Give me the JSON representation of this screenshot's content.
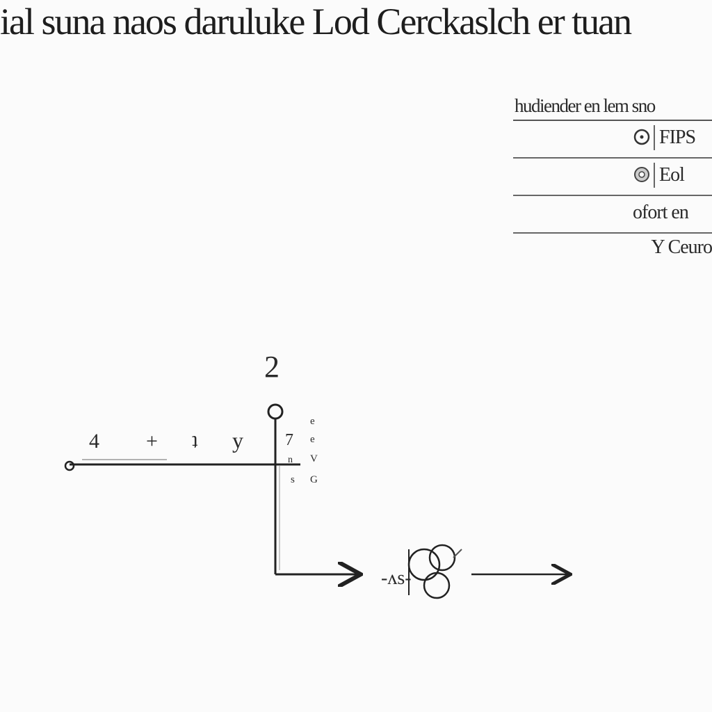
{
  "title": "ial suna naos daruluke Lod Cerckaslch er tuan",
  "key": {
    "header": "hudiender en lem sno",
    "rows": [
      {
        "symbol": "circle-icon",
        "label": "FIPS"
      },
      {
        "symbol": "gear-icon",
        "label": "Eol"
      },
      {
        "symbol": "",
        "label": "ofort en"
      }
    ],
    "footer": "Y Ceuro"
  },
  "diagram": {
    "top_number": "2",
    "axis_glyphs": [
      "4",
      "+",
      "ʇ",
      "y"
    ],
    "side_glyphs": [
      "e",
      "7",
      "e",
      "n",
      "V",
      "s",
      "G"
    ],
    "node_label": "-ʌs-"
  }
}
